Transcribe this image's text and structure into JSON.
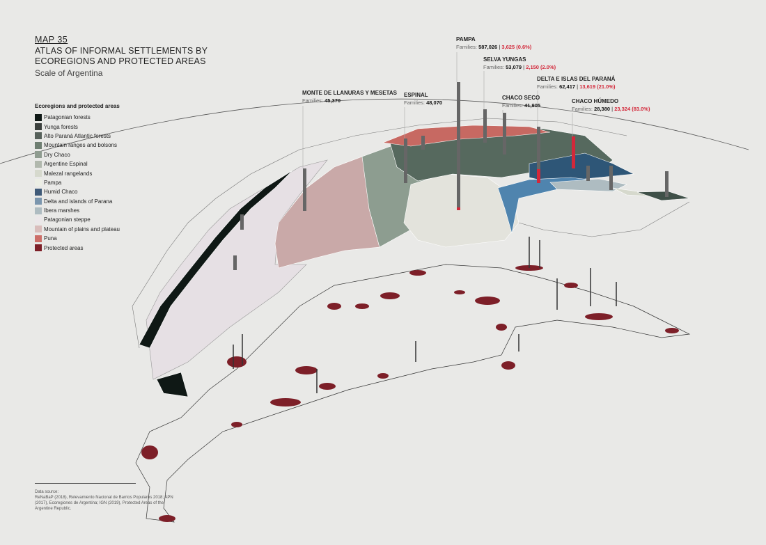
{
  "header": {
    "map_number": "MAP  35",
    "title": "ATLAS OF INFORMAL SETTLEMENTS BY ECOREGIONS AND PROTECTED AREAS",
    "subtitle": "Scale of Argentina"
  },
  "legend": {
    "title": "Ecoregions and protected areas",
    "items": [
      {
        "label": "Patagonian forests",
        "color": "#0f1815"
      },
      {
        "label": "Yunga forests",
        "color": "#3b403d"
      },
      {
        "label": "Alto Paraná Atlantic forests",
        "color": "#56605a"
      },
      {
        "label": "Mountain ranges and bolsons",
        "color": "#6e7e71"
      },
      {
        "label": "Dry Chaco",
        "color": "#8f9c90"
      },
      {
        "label": "Argentine Espinal",
        "color": "#b1b8ad"
      },
      {
        "label": "Malezal rangelands",
        "color": "#d6d9cd"
      },
      {
        "label": "Pampa",
        "color": "#eceee5"
      },
      {
        "label": "Humid Chaco",
        "color": "#3f5a78"
      },
      {
        "label": "Delta and islands of Parana",
        "color": "#7b96ae"
      },
      {
        "label": "Ibera marshes",
        "color": "#aebcc1"
      },
      {
        "label": "Patagonian steppe",
        "color": "#ebe7e9"
      },
      {
        "label": "Mountain of plains and plateau",
        "color": "#d9bdbb"
      },
      {
        "label": "Puna",
        "color": "#cc6e68"
      },
      {
        "label": "Protected areas",
        "color": "#7d1f28"
      }
    ]
  },
  "ecoregion_labels": [
    {
      "name": "MONTE DE LLANURAS Y MESETAS",
      "families_label": "Families:",
      "families": "45,370",
      "in_protected": null
    },
    {
      "name": "ESPINAL",
      "families_label": "Families:",
      "families": "48,070",
      "in_protected": null
    },
    {
      "name": "PAMPA",
      "families_label": "Families:",
      "families": "587,026",
      "in_protected": "3,625 (0.6%)",
      "protected_share": 0.006
    },
    {
      "name": "SELVA YUNGAS",
      "families_label": "Families:",
      "families": "53,079",
      "in_protected": "2,150 (2.0%)",
      "protected_share": 0.02
    },
    {
      "name": "DELTA E ISLAS DEL PARANÁ",
      "families_label": "Families:",
      "families": "62,417",
      "in_protected": "13,619 (21.0%)",
      "protected_share": 0.21
    },
    {
      "name": "CHACO SECO",
      "families_label": "Families:",
      "families": "41,905",
      "in_protected": null
    },
    {
      "name": "CHACO HÚMEDO",
      "families_label": "Families:",
      "families": "28,380",
      "in_protected": "23,324 (83.0%)",
      "protected_share": 0.83
    }
  ],
  "source": {
    "heading": "Data source:",
    "text": "ReNaBaP (2018), Relevamiento Nacional de Barrios Populares 2018; APN (2017), Ecoregiones de Argentina; IGN (2019), Protected Areas of the Argentine Republic."
  }
}
